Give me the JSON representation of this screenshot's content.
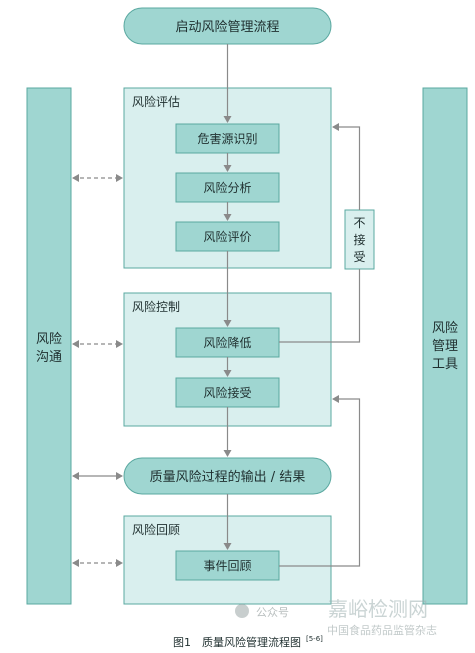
{
  "start_node": "启动风险管理流程",
  "risk_assessment": {
    "title": "风险评估",
    "steps": [
      "危害源识别",
      "风险分析",
      "风险评价"
    ]
  },
  "risk_control": {
    "title": "风险控制",
    "steps": [
      "风险降低",
      "风险接受"
    ]
  },
  "output_node": "质量风险过程的输出 / 结果",
  "risk_review": {
    "title": "风险回顾",
    "steps": [
      "事件回顾"
    ]
  },
  "not_accept_label": [
    "不",
    "接",
    "受"
  ],
  "left_bar": [
    "风险",
    "沟通"
  ],
  "right_bar": [
    "风险",
    "管理",
    "工具"
  ],
  "caption": "图1　质量风险管理流程图",
  "caption_ref": "[5-6]",
  "watermark": {
    "account": "公众号",
    "brand": "嘉峪检测网",
    "magazine": "中国食品药品监管杂志"
  },
  "colors": {
    "panel_fill": "#d9efee",
    "box_fill": "#9fd6d1",
    "border": "#5aa8a0",
    "arrow": "#8a8a8a"
  }
}
